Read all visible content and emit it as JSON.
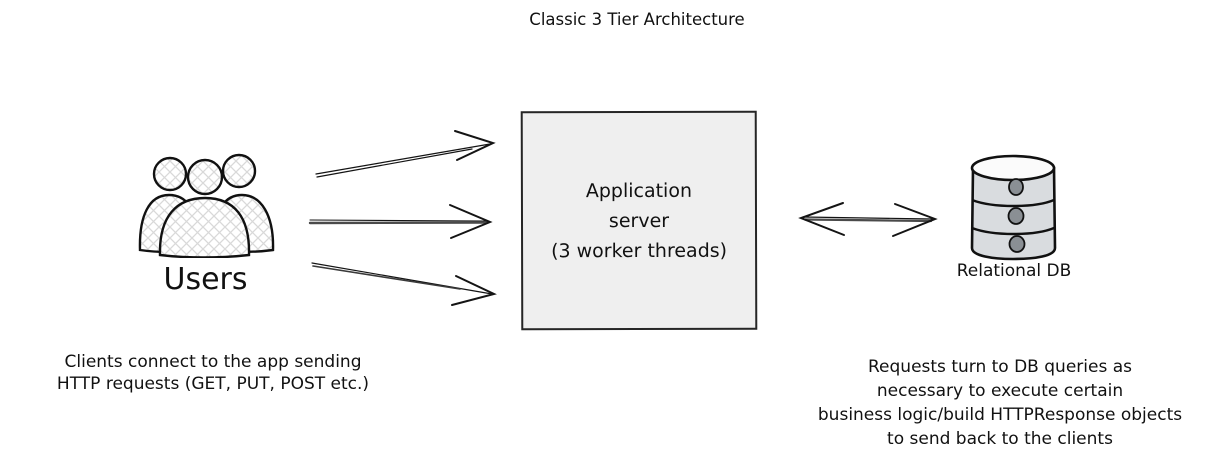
{
  "title": "Classic 3 Tier Architecture",
  "nodes": {
    "users": {
      "label": "Users"
    },
    "app_server": {
      "label_line1": "Application",
      "label_line2": "server",
      "label_line3": "(3 worker threads)"
    },
    "database": {
      "label": "Relational DB"
    }
  },
  "captions": {
    "left": {
      "line1": "Clients connect to the app sending",
      "line2": "HTTP requests (GET, PUT, POST etc.)"
    },
    "right": {
      "line1": "Requests turn to DB queries as",
      "line2": "necessary to execute certain",
      "line3": "business logic/build HTTPResponse objects",
      "line4": "to send back to the clients"
    }
  },
  "icons": {
    "users": "users-group-icon",
    "database": "database-cylinder-icon",
    "client_arrows": "arrow-right-icon",
    "db_arrow": "double-headed-arrow-icon"
  },
  "colors": {
    "background": "#ffffff",
    "outline": "#1c1c1c",
    "box_fill": "#efefef",
    "db_body_fill": "#d9dcdf",
    "db_top_fill": "#fbfbfb",
    "hatch_line": "#d9d9d9",
    "text": "#111111"
  }
}
